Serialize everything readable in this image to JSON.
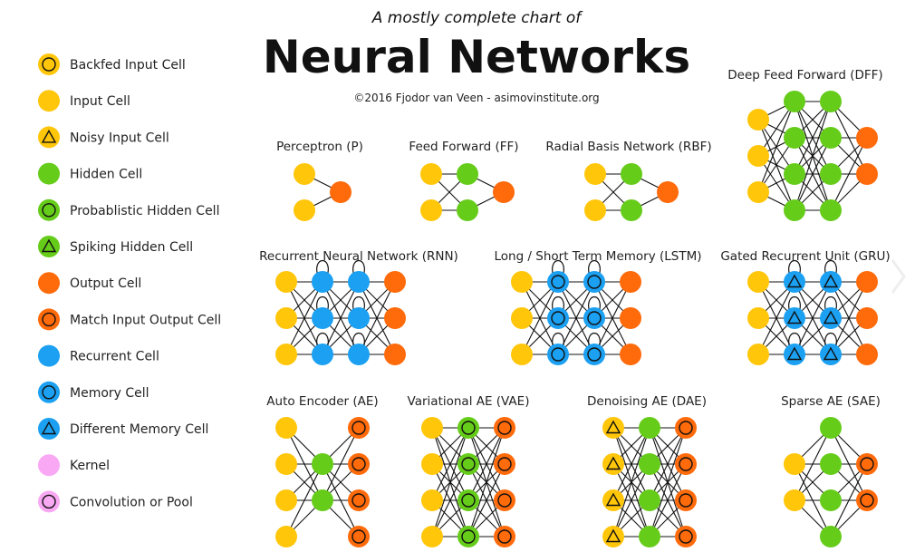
{
  "header": {
    "subtitle": "A mostly complete chart of",
    "title": "Neural Networks",
    "credit": "©2016 Fjodor van Veen - asimovinstitute.org"
  },
  "colors": {
    "input": "#FFC60A",
    "hidden": "#66CC1A",
    "output": "#FF6A0A",
    "recurrent": "#1BA0F2",
    "kernel": "#F9A8F3"
  },
  "legend": [
    {
      "label": "Backfed Input Cell",
      "fill": "input",
      "mark": "circle"
    },
    {
      "label": "Input Cell",
      "fill": "input",
      "mark": "none"
    },
    {
      "label": "Noisy Input Cell",
      "fill": "input",
      "mark": "triangle"
    },
    {
      "label": "Hidden Cell",
      "fill": "hidden",
      "mark": "none"
    },
    {
      "label": "Probablistic Hidden Cell",
      "fill": "hidden",
      "mark": "circle"
    },
    {
      "label": "Spiking Hidden Cell",
      "fill": "hidden",
      "mark": "triangle"
    },
    {
      "label": "Output Cell",
      "fill": "output",
      "mark": "none"
    },
    {
      "label": "Match Input Output Cell",
      "fill": "output",
      "mark": "circle"
    },
    {
      "label": "Recurrent Cell",
      "fill": "recurrent",
      "mark": "none"
    },
    {
      "label": "Memory Cell",
      "fill": "recurrent",
      "mark": "circle"
    },
    {
      "label": "Different Memory Cell",
      "fill": "recurrent",
      "mark": "triangle"
    },
    {
      "label": "Kernel",
      "fill": "kernel",
      "mark": "none"
    },
    {
      "label": "Convolution or Pool",
      "fill": "kernel",
      "mark": "circle"
    }
  ],
  "networks": [
    {
      "id": "p",
      "title": "Perceptron (P)",
      "layers": [
        {
          "n": 2,
          "fill": "input",
          "mark": "none"
        },
        {
          "n": 1,
          "fill": "output",
          "mark": "none"
        }
      ]
    },
    {
      "id": "ff",
      "title": "Feed Forward (FF)",
      "layers": [
        {
          "n": 2,
          "fill": "input",
          "mark": "none"
        },
        {
          "n": 2,
          "fill": "hidden",
          "mark": "none"
        },
        {
          "n": 1,
          "fill": "output",
          "mark": "none"
        }
      ]
    },
    {
      "id": "rbf",
      "title": "Radial Basis Network (RBF)",
      "layers": [
        {
          "n": 2,
          "fill": "input",
          "mark": "none"
        },
        {
          "n": 2,
          "fill": "hidden",
          "mark": "none"
        },
        {
          "n": 1,
          "fill": "output",
          "mark": "none"
        }
      ]
    },
    {
      "id": "dff",
      "title": "Deep Feed Forward (DFF)",
      "layers": [
        {
          "n": 3,
          "fill": "input",
          "mark": "none"
        },
        {
          "n": 4,
          "fill": "hidden",
          "mark": "none"
        },
        {
          "n": 4,
          "fill": "hidden",
          "mark": "none"
        },
        {
          "n": 2,
          "fill": "output",
          "mark": "none"
        }
      ]
    },
    {
      "id": "rnn",
      "title": "Recurrent Neural Network (RNN)",
      "layers": [
        {
          "n": 3,
          "fill": "input",
          "mark": "none"
        },
        {
          "n": 3,
          "fill": "recurrent",
          "mark": "none",
          "loop": true
        },
        {
          "n": 3,
          "fill": "recurrent",
          "mark": "none",
          "loop": true
        },
        {
          "n": 3,
          "fill": "output",
          "mark": "none"
        }
      ]
    },
    {
      "id": "lstm",
      "title": "Long / Short Term Memory (LSTM)",
      "layers": [
        {
          "n": 3,
          "fill": "input",
          "mark": "none"
        },
        {
          "n": 3,
          "fill": "recurrent",
          "mark": "circle",
          "loop": true
        },
        {
          "n": 3,
          "fill": "recurrent",
          "mark": "circle",
          "loop": true
        },
        {
          "n": 3,
          "fill": "output",
          "mark": "none"
        }
      ]
    },
    {
      "id": "gru",
      "title": "Gated Recurrent Unit (GRU)",
      "layers": [
        {
          "n": 3,
          "fill": "input",
          "mark": "none"
        },
        {
          "n": 3,
          "fill": "recurrent",
          "mark": "triangle",
          "loop": true
        },
        {
          "n": 3,
          "fill": "recurrent",
          "mark": "triangle",
          "loop": true
        },
        {
          "n": 3,
          "fill": "output",
          "mark": "none"
        }
      ]
    },
    {
      "id": "ae",
      "title": "Auto Encoder (AE)",
      "layers": [
        {
          "n": 4,
          "fill": "input",
          "mark": "none"
        },
        {
          "n": 2,
          "fill": "hidden",
          "mark": "none"
        },
        {
          "n": 4,
          "fill": "output",
          "mark": "circle"
        }
      ]
    },
    {
      "id": "vae",
      "title": "Variational AE (VAE)",
      "layers": [
        {
          "n": 4,
          "fill": "input",
          "mark": "none"
        },
        {
          "n": 4,
          "fill": "hidden",
          "mark": "circle"
        },
        {
          "n": 4,
          "fill": "output",
          "mark": "circle"
        }
      ]
    },
    {
      "id": "dae",
      "title": "Denoising AE (DAE)",
      "layers": [
        {
          "n": 4,
          "fill": "input",
          "mark": "triangle"
        },
        {
          "n": 4,
          "fill": "hidden",
          "mark": "none"
        },
        {
          "n": 4,
          "fill": "output",
          "mark": "circle"
        }
      ]
    },
    {
      "id": "sae",
      "title": "Sparse AE (SAE)",
      "layers": [
        {
          "n": 2,
          "fill": "input",
          "mark": "none"
        },
        {
          "n": 4,
          "fill": "hidden",
          "mark": "none"
        },
        {
          "n": 2,
          "fill": "output",
          "mark": "circle"
        }
      ]
    }
  ],
  "nav": {
    "next_icon": "chevron-right-icon"
  }
}
